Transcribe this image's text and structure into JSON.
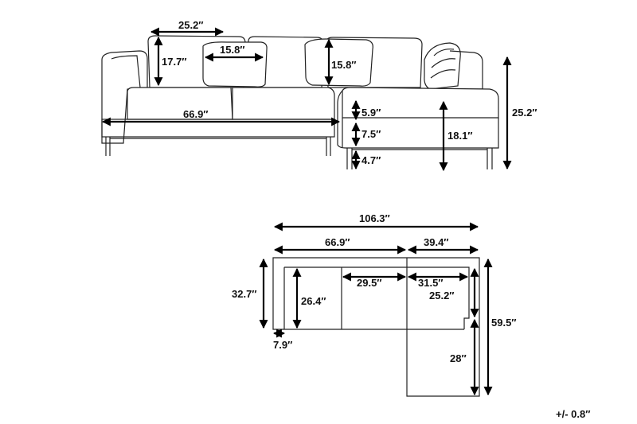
{
  "views": {
    "front": {
      "dims": {
        "back_cushion_width": "25.2″",
        "back_cushion_height": "17.7″",
        "pillow_width": "15.8″",
        "pillow_height": "15.8″",
        "sofa_width": "66.9″",
        "seat_cushion_height": "5.9″",
        "seat_base_height": "7.5″",
        "leg_height": "4.7″",
        "seat_height": "18.1″",
        "total_height": "25.2″"
      }
    },
    "top": {
      "dims": {
        "total_length": "106.3″",
        "main_length": "66.9″",
        "chaise_width": "39.4″",
        "seat_width_main": "29.5″",
        "seat_width_chaise": "31.5″",
        "depth": "32.7″",
        "seat_depth": "26.4″",
        "arm_width": "7.9″",
        "chaise_back_depth": "25.2″",
        "chaise_seat_depth": "28″",
        "total_depth": "59.5″"
      }
    }
  },
  "tolerance": "+/- 0.8″"
}
